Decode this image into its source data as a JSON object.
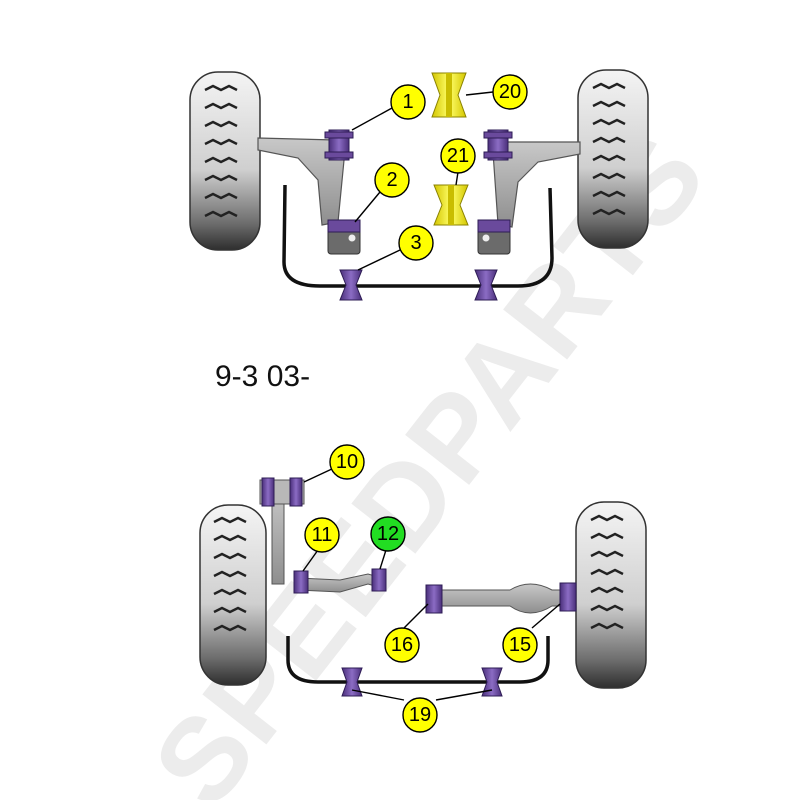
{
  "model_label": "9-3 03-",
  "watermark": "SPEEDPARTS",
  "callouts": [
    {
      "id": "c1",
      "number": "1",
      "color": "#ffff00"
    },
    {
      "id": "c2",
      "number": "2",
      "color": "#ffff00"
    },
    {
      "id": "c3",
      "number": "3",
      "color": "#ffff00"
    },
    {
      "id": "c20",
      "number": "20",
      "color": "#ffff00"
    },
    {
      "id": "c21",
      "number": "21",
      "color": "#ffff00"
    },
    {
      "id": "c10",
      "number": "10",
      "color": "#ffff00"
    },
    {
      "id": "c11",
      "number": "11",
      "color": "#ffff00"
    },
    {
      "id": "c12",
      "number": "12",
      "color": "#22dd22"
    },
    {
      "id": "c16",
      "number": "16",
      "color": "#ffff00"
    },
    {
      "id": "c15",
      "number": "15",
      "color": "#ffff00"
    },
    {
      "id": "c19",
      "number": "19",
      "color": "#ffff00"
    }
  ],
  "colors": {
    "bush_purple": "#6a4a9c",
    "bush_yellow": "#f2e600",
    "arm_grey": "#a8a8a8",
    "tyre_dark": "#3a3a3a"
  }
}
